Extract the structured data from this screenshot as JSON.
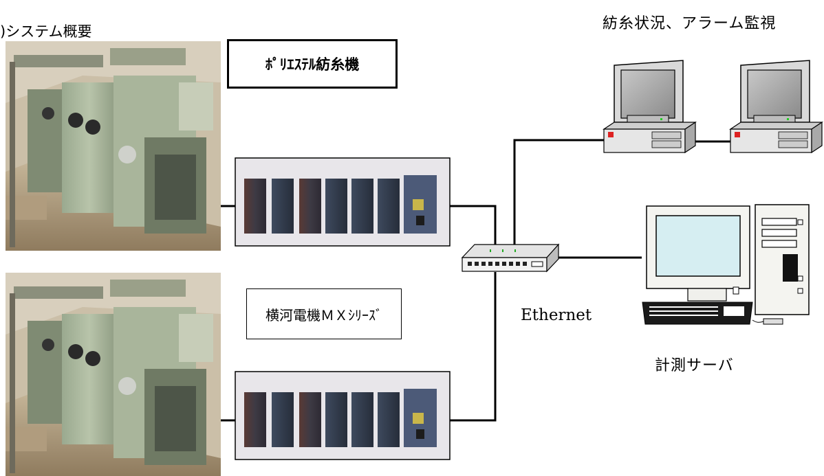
{
  "diagram": {
    "title": ")システム概要",
    "monitor_label": "紡糸状況、アラーム監視",
    "machine_label": "ﾎﾟﾘｴｽﾃﾙ紡糸機",
    "controller_label": "横河電機ＭＸｼﾘｰｽﾞ",
    "network_label": "Ethernet",
    "server_label": "計測サーバ"
  },
  "icons": {
    "spinning_machine": "spinning-machine-photo",
    "controller": "controller-rack-photo",
    "hub": "network-hub-icon",
    "pc": "desktop-pc-icon",
    "server": "server-computer-icon"
  }
}
